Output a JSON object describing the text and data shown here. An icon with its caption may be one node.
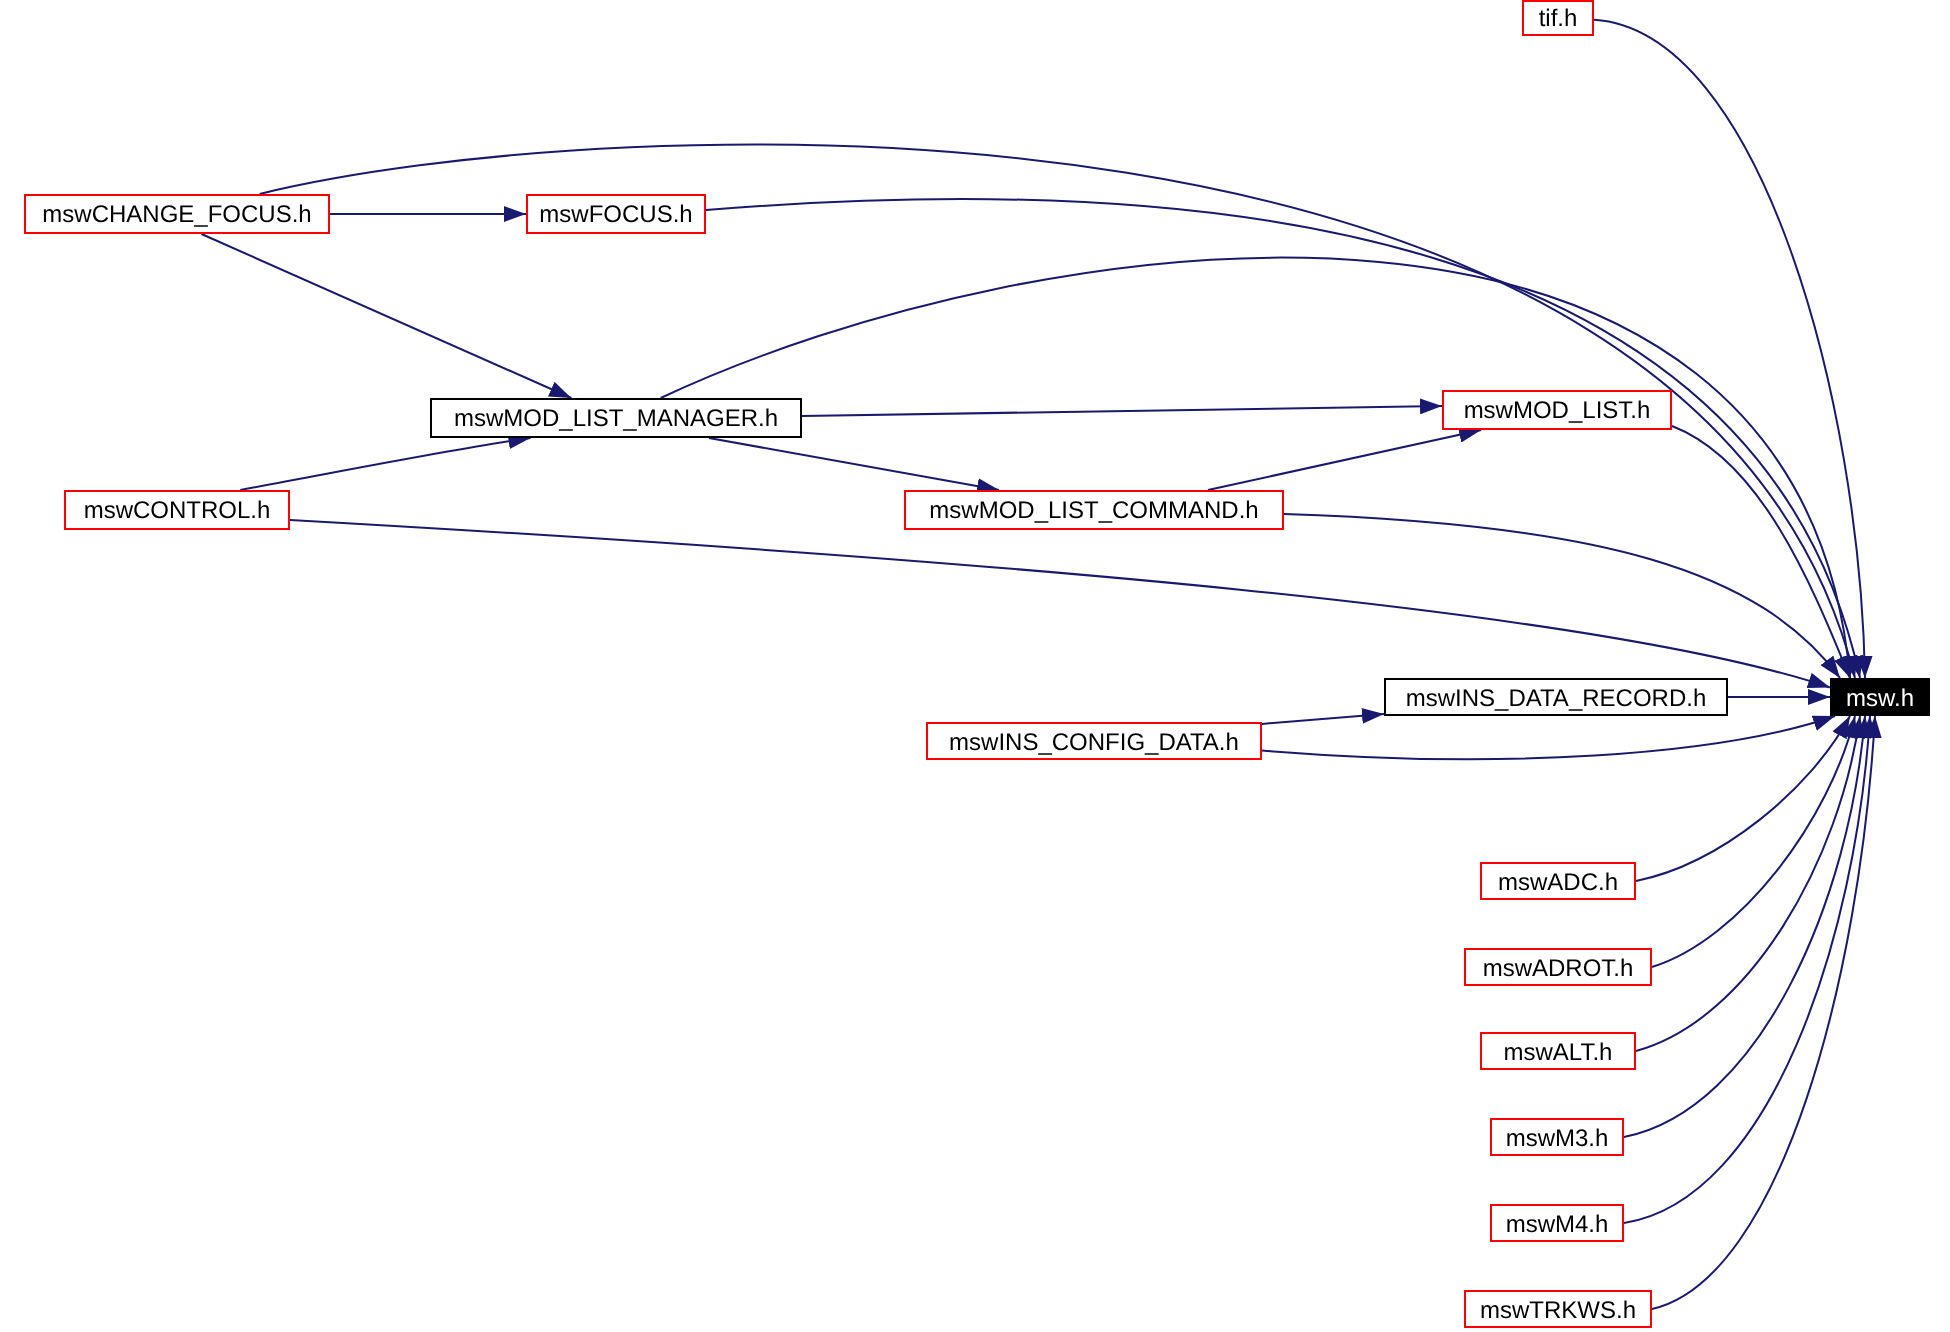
{
  "diagram": {
    "nodes": [
      {
        "text": [
          "tif.h"
        ]
      },
      {
        "text": [
          "mswCHANGE_FOCUS.h"
        ]
      },
      {
        "text": [
          "mswFOCUS.h"
        ]
      },
      {
        "text": [
          "mswMOD_LIST_MANAGER.h"
        ]
      },
      {
        "text": [
          "mswMOD_LIST.h"
        ]
      },
      {
        "text": [
          "mswCONTROL.h"
        ]
      },
      {
        "text": [
          "mswMOD_LIST_COMMAND.h"
        ]
      },
      {
        "text": [
          "mswINS_DATA_RECORD.h"
        ]
      },
      {
        "text": [
          "msw.h"
        ]
      },
      {
        "text": [
          "mswINS_CONFIG_DATA.h"
        ]
      },
      {
        "text": [
          "mswADC.h"
        ]
      },
      {
        "text": [
          "mswADROT.h"
        ]
      },
      {
        "text": [
          "mswALT.h"
        ]
      },
      {
        "text": [
          "mswM3.h"
        ]
      },
      {
        "text": [
          "mswM4.h"
        ]
      },
      {
        "text": [
          "mswTRKWS.h"
        ]
      }
    ],
    "edges": [
      {
        "from": 0,
        "to": 8,
        "arrow": "to"
      },
      {
        "from": 1,
        "to": 8,
        "arrow": "to"
      },
      {
        "from": 1,
        "to": 2,
        "arrow": "to"
      },
      {
        "from": 2,
        "to": 8,
        "arrow": "to"
      },
      {
        "from": 1,
        "to": 3,
        "arrow": "to"
      },
      {
        "from": 3,
        "to": 8,
        "arrow": "to"
      },
      {
        "from": 3,
        "to": 4,
        "arrow": "to"
      },
      {
        "from": 3,
        "to": 6,
        "arrow": "to"
      },
      {
        "from": 5,
        "to": 3,
        "arrow": "to"
      },
      {
        "from": 5,
        "to": 8,
        "arrow": "to"
      },
      {
        "from": 6,
        "to": 4,
        "arrow": "to"
      },
      {
        "from": 6,
        "to": 8,
        "arrow": "to"
      },
      {
        "from": 4,
        "to": 8,
        "arrow": "to"
      },
      {
        "from": 7,
        "to": 8,
        "arrow": "to"
      },
      {
        "from": 9,
        "to": 7,
        "arrow": "to"
      },
      {
        "from": 9,
        "to": 8,
        "arrow": "to"
      },
      {
        "from": 10,
        "to": 8,
        "arrow": "to"
      },
      {
        "from": 11,
        "to": 8,
        "arrow": "to"
      },
      {
        "from": 12,
        "to": 8,
        "arrow": "to"
      },
      {
        "from": 13,
        "to": 8,
        "arrow": "to"
      },
      {
        "from": 14,
        "to": 8,
        "arrow": "to"
      },
      {
        "from": 15,
        "to": 8,
        "arrow": "to"
      }
    ]
  }
}
